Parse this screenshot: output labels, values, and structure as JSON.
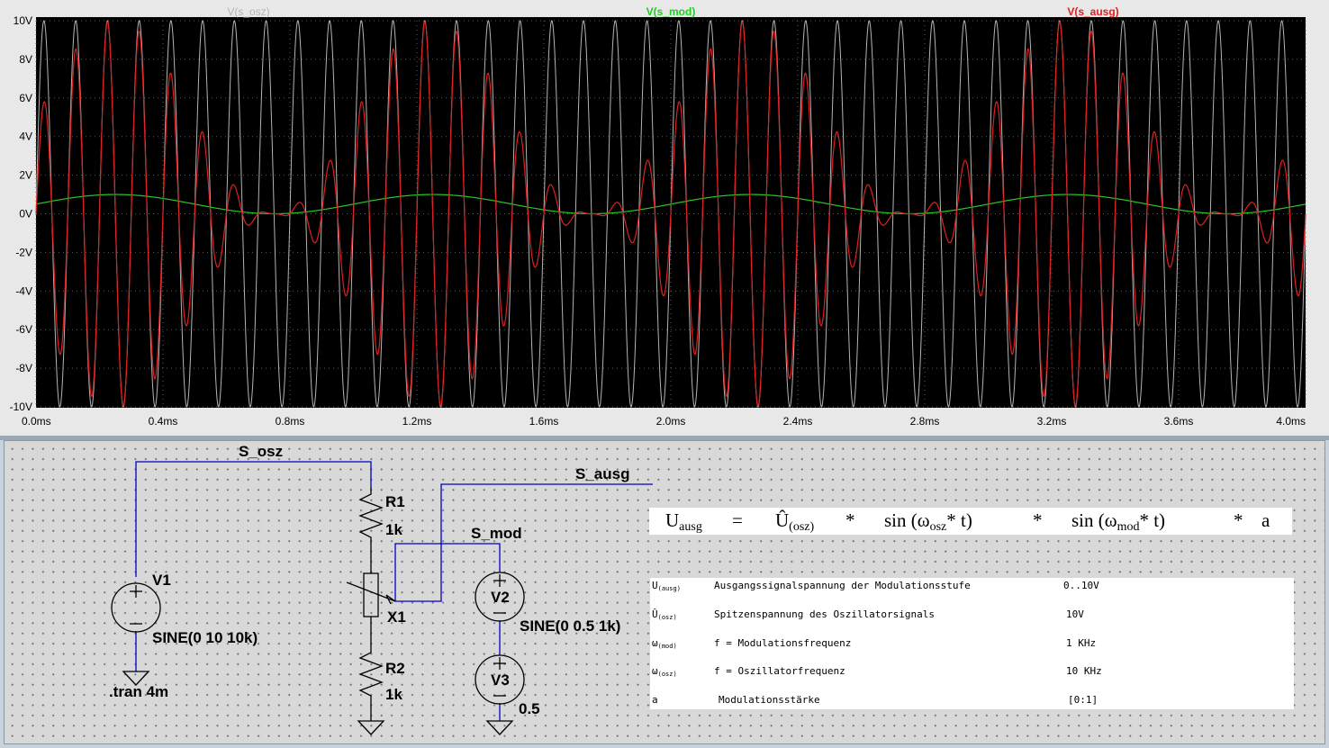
{
  "waveform": {
    "traces": [
      {
        "label": "V(s_osz)",
        "color": "#b4b4b4"
      },
      {
        "label": "V(s_mod)",
        "color": "#22cc22"
      },
      {
        "label": "V(s_ausg)",
        "color": "#e02020"
      }
    ],
    "y_ticks": [
      "10V",
      "8V",
      "6V",
      "4V",
      "2V",
      "0V",
      "-2V",
      "-4V",
      "-6V",
      "-8V",
      "-10V"
    ],
    "x_ticks": [
      "0.0ms",
      "0.4ms",
      "0.8ms",
      "1.2ms",
      "1.6ms",
      "2.0ms",
      "2.4ms",
      "2.8ms",
      "3.2ms",
      "3.6ms",
      "4.0ms"
    ],
    "background": "#000000"
  },
  "chart_data": {
    "type": "line",
    "xlim": [
      0,
      4.0
    ],
    "ylim": [
      -10,
      10
    ],
    "grid": true,
    "series": [
      {
        "name": "V(s_osz)",
        "function": "10*sin(2*pi*10k*t)",
        "amplitude": 10,
        "offset": 0,
        "freq_khz": 10
      },
      {
        "name": "V(s_mod)",
        "function": "0.5 + 0.5*sin(2*pi*1k*t)",
        "amplitude": 0.5,
        "offset": 0.5,
        "freq_khz": 1
      },
      {
        "name": "V(s_ausg)",
        "function": "V(s_osz)*V(s_mod)",
        "amplitude": 10,
        "freq_khz": 10
      }
    ]
  },
  "schematic": {
    "nets": {
      "s_osz": "S_osz",
      "s_ausg": "S_ausg",
      "s_mod": "S_mod"
    },
    "components": {
      "v1": {
        "name": "V1",
        "value": "SINE(0 10 10k)"
      },
      "r1": {
        "name": "R1",
        "value": "1k"
      },
      "r2": {
        "name": "R2",
        "value": "1k"
      },
      "x1": {
        "name": "X1"
      },
      "v2": {
        "name": "V2",
        "value": "SINE(0 0.5 1k)"
      },
      "v3": {
        "name": "V3",
        "value": "0.5"
      }
    },
    "directive": ".tran 4m",
    "wire_color": "#0000c0"
  },
  "formula": {
    "lhs": "U",
    "lhs_sub": "ausg",
    "eq": "=",
    "u_hat": "Û",
    "u_hat_sub": "(osz)",
    "op1": "*",
    "sin1": "sin (ω",
    "sin1_sub": "osz",
    "sin1_tail": "* t)",
    "op2": "*",
    "sin2": "sin  (ω",
    "sin2_sub": "mod",
    "sin2_tail": "* t)",
    "op3": "*",
    "a": "a"
  },
  "legend": [
    {
      "sym": "U",
      "sub": "(ausg)",
      "desc": "Ausgangssignalspannung der Modulationsstufe",
      "value": "0..10V"
    },
    {
      "sym": "Û",
      "sub": "(osz)",
      "desc": "Spitzenspannung des Oszillatorsignals",
      "value": "10V"
    },
    {
      "sym": "ω",
      "sub": "(mod)",
      "desc": "f = Modulationsfrequenz",
      "value": "1 KHz"
    },
    {
      "sym": "ω",
      "sub": "(osz)",
      "desc": "f = Oszillatorfrequenz",
      "value": "10 KHz"
    },
    {
      "sym": "a",
      "sub": "",
      "desc": "Modulationsstärke",
      "value": "[0:1]"
    }
  ]
}
